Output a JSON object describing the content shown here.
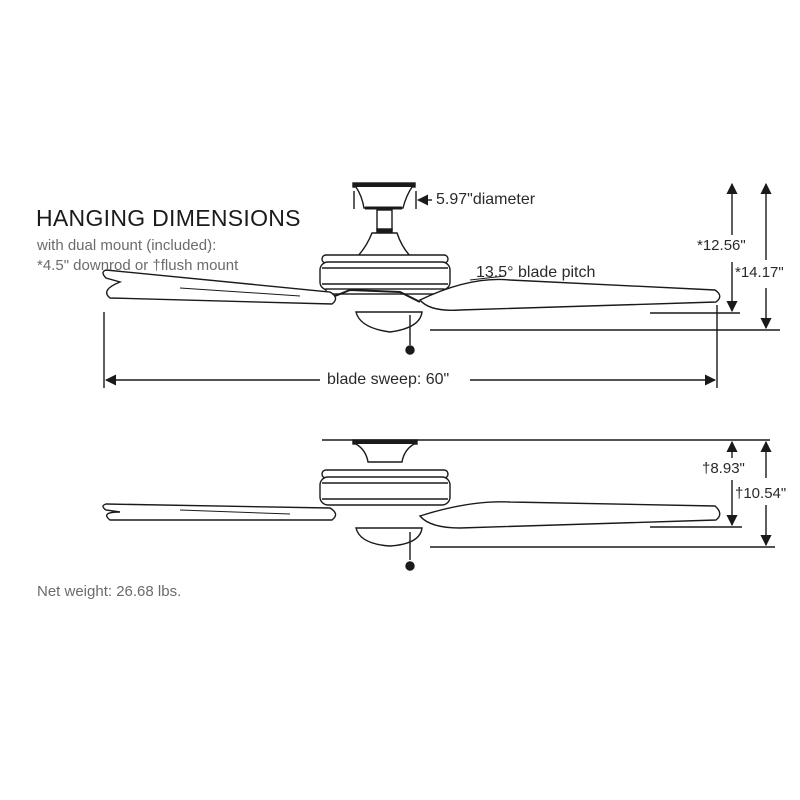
{
  "header": {
    "title": "HANGING DIMENSIONS",
    "subtitle_line1": "with dual mount (included):",
    "subtitle_line2": "*4.5\" downrod or †flush mount"
  },
  "downrod_diagram": {
    "canopy_label": "5.97\"diameter",
    "pitch_label": "13.5° blade pitch",
    "sweep_label": "blade sweep: 60\"",
    "height_to_blade": "*12.56\"",
    "height_to_bottom": "*14.17\""
  },
  "flush_diagram": {
    "height_to_blade": "†8.93\"",
    "height_to_bottom": "†10.54\""
  },
  "footer": {
    "net_weight": "Net weight: 26.68 lbs."
  },
  "colors": {
    "line": "#1a1a1a",
    "text_dark": "#1a1a1a",
    "text_muted": "#6b6b6b"
  }
}
